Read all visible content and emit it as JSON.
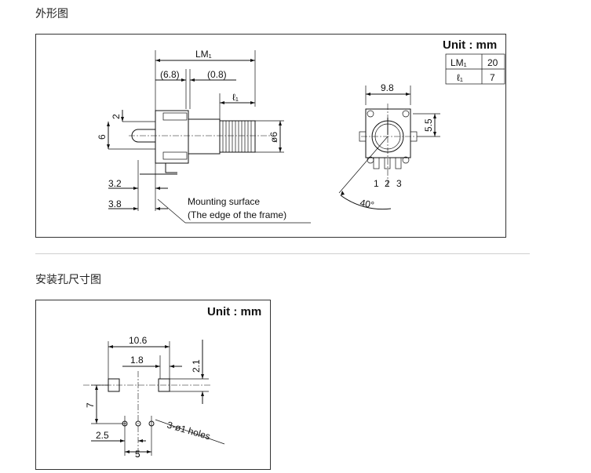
{
  "sections": {
    "outline_title": "外形图",
    "mounting_title": "安装孔尺寸图"
  },
  "outline": {
    "unit": "Unit : mm",
    "table": [
      {
        "key": "LM₁",
        "value": "20"
      },
      {
        "key": "ℓ₁",
        "value": "7"
      }
    ],
    "dims": {
      "lm1": "LM₁",
      "d68": "(6.8)",
      "d08": "(0.8)",
      "l1": "ℓ₁",
      "d2": "2",
      "d6": "6",
      "phi6": "ø6",
      "d32": "3.2",
      "d38": "3.8",
      "d98": "9.8",
      "d55": "5.5",
      "ang40": "40°",
      "pin1": "1",
      "pin2": "2",
      "pin3": "3"
    },
    "mounting_note_1": "Mounting surface",
    "mounting_note_2": "(The edge of the frame)"
  },
  "mounting": {
    "unit": "Unit : mm",
    "dims": {
      "d106": "10.6",
      "d18": "1.8",
      "d21": "2.1",
      "d7": "7",
      "d25": "2.5",
      "d5": "5",
      "holes": "3-ø1 holes"
    }
  }
}
